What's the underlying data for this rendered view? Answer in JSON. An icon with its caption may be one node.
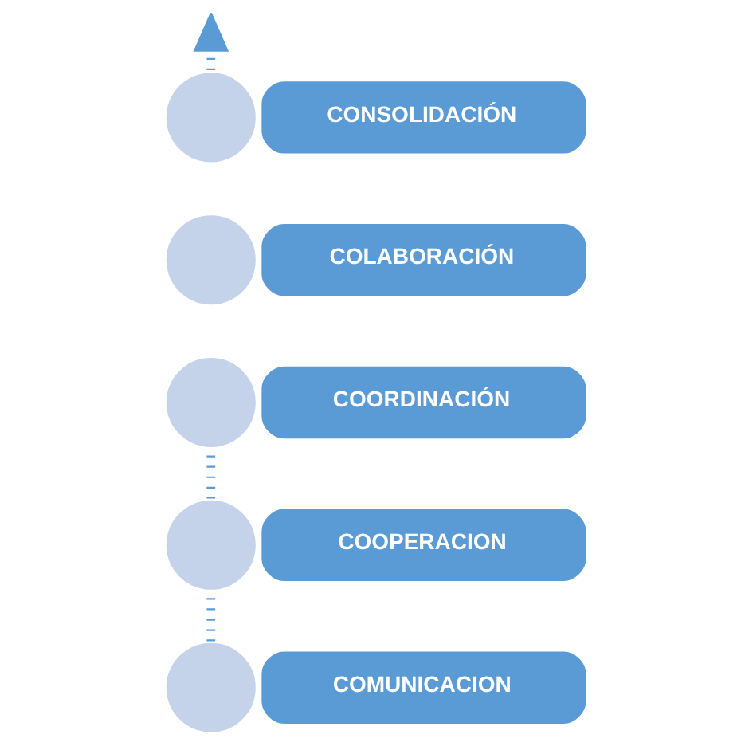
{
  "diagram": {
    "nodes": [
      {
        "text": [
          "CONSOLIDACIÓN"
        ]
      },
      {
        "text": [
          "COLABORACIÓN"
        ]
      },
      {
        "text": [
          "COORDINACIÓN"
        ]
      },
      {
        "text": [
          "COOPERACION"
        ]
      },
      {
        "text": [
          "COMUNICACION"
        ]
      },
      {
        "text": [],
        "shape": "circle"
      },
      {
        "text": [],
        "shape": "circle"
      },
      {
        "text": [],
        "shape": "circle"
      },
      {
        "text": [],
        "shape": "circle"
      },
      {
        "text": [],
        "shape": "circle"
      }
    ],
    "edges": [
      {
        "from": 9,
        "to": 8,
        "arrow": "none",
        "style": "dashed"
      },
      {
        "from": 8,
        "to": 7,
        "arrow": "none",
        "style": "dashed"
      },
      {
        "from": 5,
        "to": null,
        "arrow": "to",
        "style": "dashed"
      }
    ]
  }
}
